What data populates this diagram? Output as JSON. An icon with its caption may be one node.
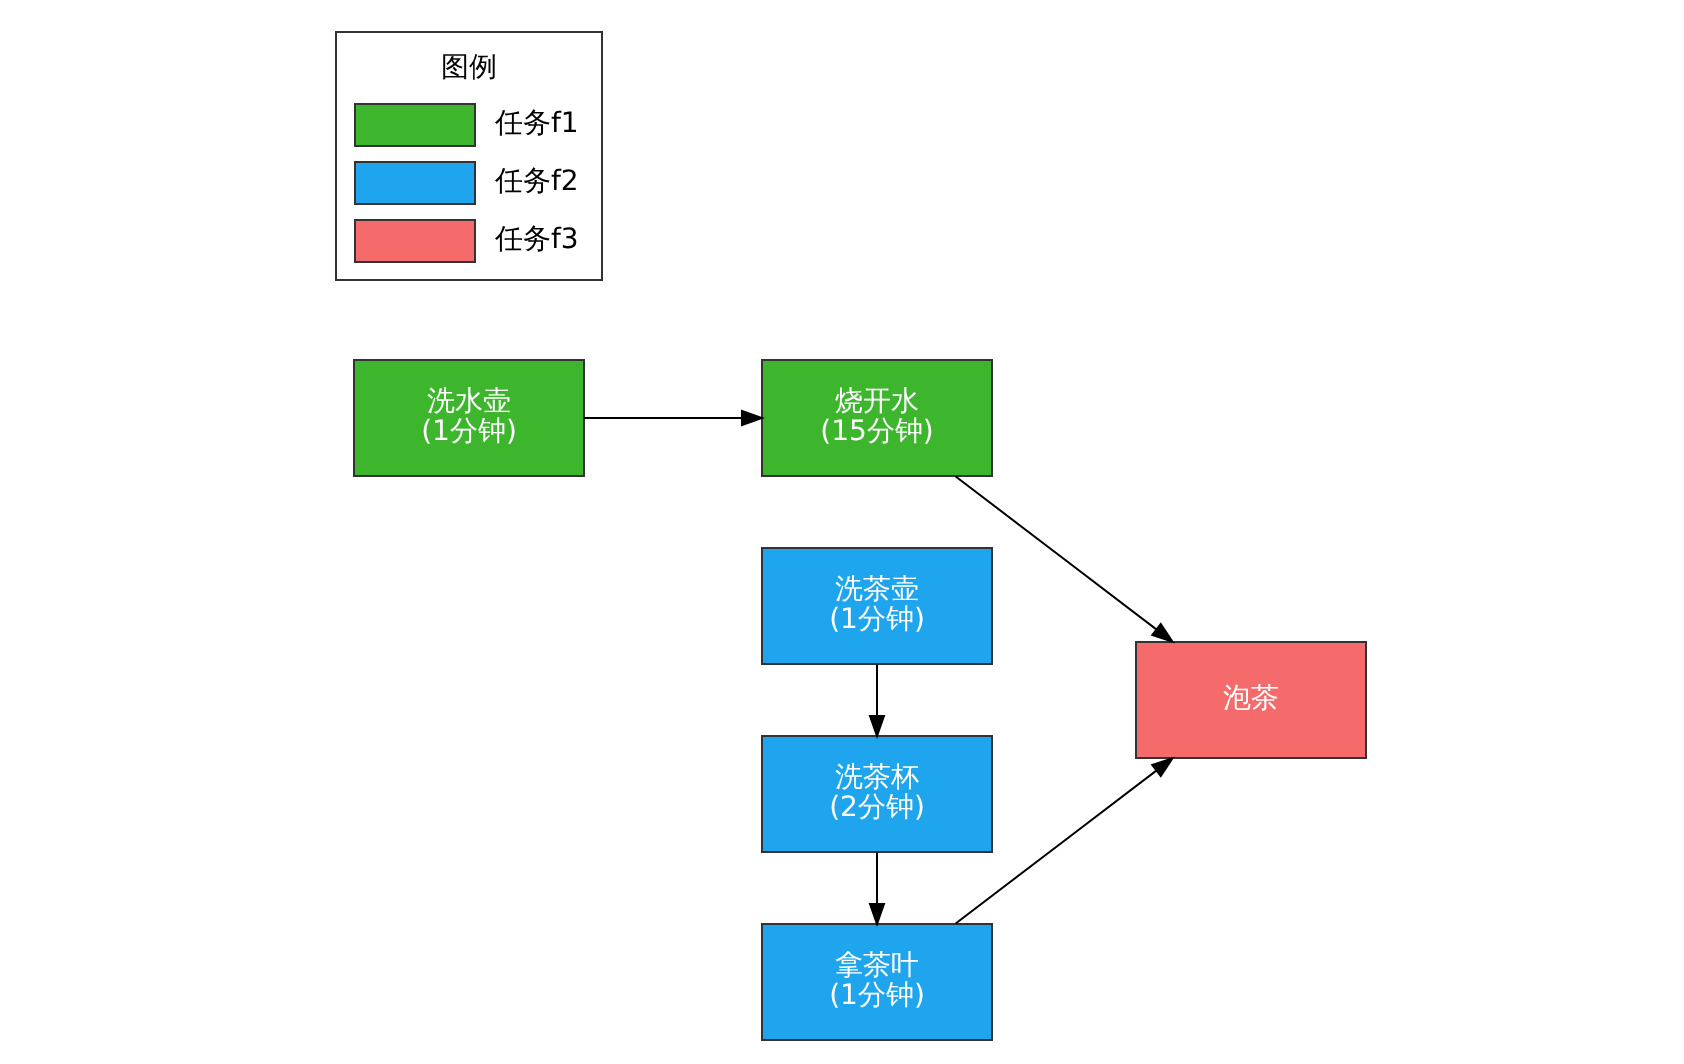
{
  "diagram": {
    "nodes": [
      {
        "text": [
          "洗水壶",
          "(1分钟)"
        ]
      },
      {
        "text": [
          "烧开水",
          "(15分钟)"
        ]
      },
      {
        "text": [
          "泡茶"
        ]
      },
      {
        "text": [
          "洗茶壶",
          "(1分钟)"
        ]
      },
      {
        "text": [
          "洗茶杯",
          "(2分钟)"
        ]
      },
      {
        "text": [
          "拿茶叶",
          "(1分钟)"
        ]
      }
    ],
    "edges": [
      {
        "from": 0,
        "to": 1,
        "arrow": "to"
      },
      {
        "from": 1,
        "to": 2,
        "arrow": "to"
      },
      {
        "from": 3,
        "to": 4,
        "arrow": "to"
      },
      {
        "from": 4,
        "to": 5,
        "arrow": "to"
      },
      {
        "from": 5,
        "to": 2,
        "arrow": "to"
      }
    ],
    "labels": [
      "图例"
    ],
    "legend": [
      {
        "text": "任务f1",
        "color": "#3db62e"
      },
      {
        "text": "任务f2",
        "color": "#1ea5ee"
      },
      {
        "text": "任务f3",
        "color": "#f56b6b"
      }
    ]
  }
}
